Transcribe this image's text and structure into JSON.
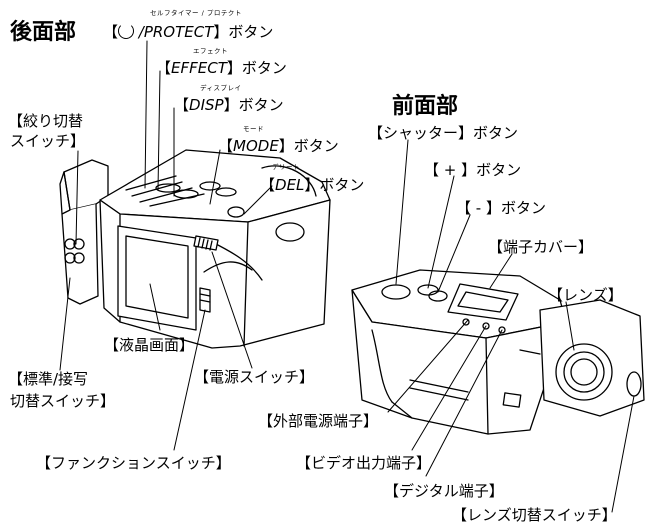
{
  "headings": {
    "back": "後面部",
    "front": "前面部"
  },
  "labels": {
    "protect": {
      "ruby": "セルフタイマー / プロテクト",
      "open": "【",
      "key": " /PROTECT",
      "close": "】ボタン"
    },
    "effect": {
      "ruby": "エフェクト",
      "open": "【",
      "key": "EFFECT",
      "close": "】ボタン"
    },
    "disp": {
      "ruby": "ディスプレイ",
      "open": "【",
      "key": "DISP",
      "close": "】ボタン"
    },
    "mode": {
      "ruby": "モード",
      "open": "【",
      "key": "MODE",
      "close": "】ボタン"
    },
    "del": {
      "ruby": "デリート",
      "open": "【",
      "key": "DEL",
      "close": "】ボタン"
    },
    "aperture_line1": "【絞り切替",
    "aperture_line2": "スイッチ】",
    "lcd": "【液晶画面】",
    "standard_macro_line1": "【標準/接写",
    "standard_macro_line2": "切替スイッチ】",
    "power": "【電源スイッチ】",
    "function": "【ファンクションスイッチ】",
    "shutter": "【シャッター】ボタン",
    "plus": "【 + 】ボタン",
    "minus": "【 - 】ボタン",
    "terminal_cover": "【端子カバー】",
    "lens": "【レンズ】",
    "external_power": "【外部電源端子】",
    "video_out": "【ビデオ出力端子】",
    "digital": "【デジタル端子】",
    "lens_switch": "【レンズ切替スイッチ】"
  }
}
